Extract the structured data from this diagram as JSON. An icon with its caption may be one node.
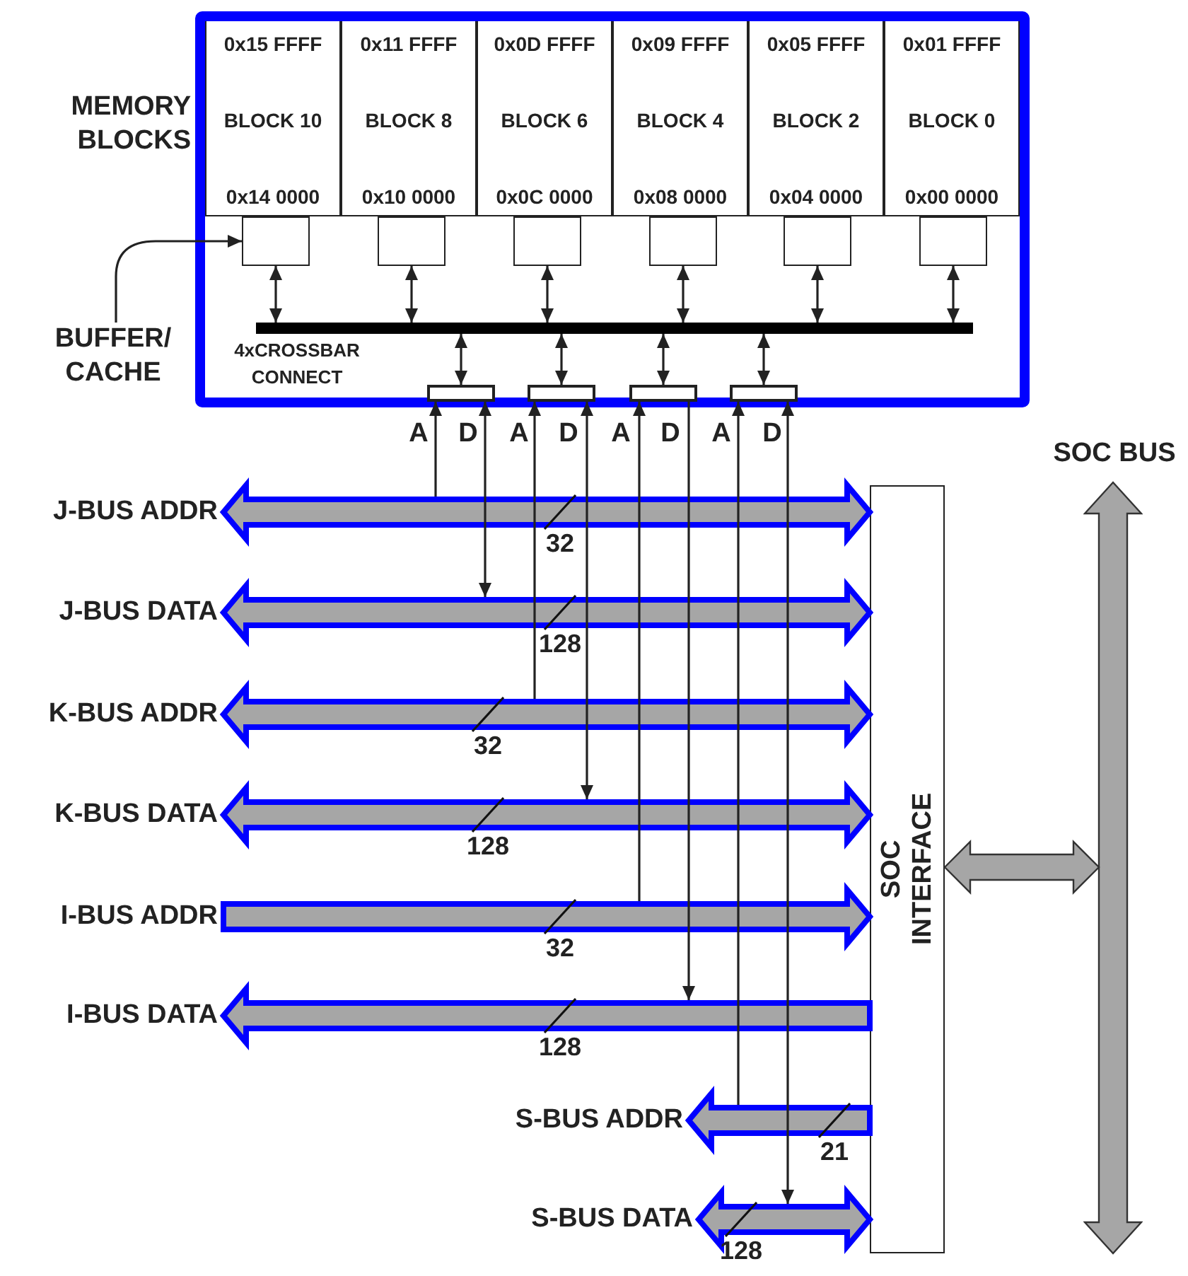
{
  "diagram": {
    "nodes": [
      {
        "text": [],
        "shape": "box"
      },
      {
        "text": [
          "0x15 FFFF",
          "BLOCK 10",
          "0x14 0000"
        ],
        "in": 0
      },
      {
        "text": [
          "0x11 FFFF",
          "BLOCK 8",
          "0x10 0000"
        ],
        "in": 0
      },
      {
        "text": [
          "0x0D FFFF",
          "BLOCK 6",
          "0x0C 0000"
        ],
        "in": 0
      },
      {
        "text": [
          "0x09 FFFF",
          "BLOCK 4",
          "0x08 0000"
        ],
        "in": 0
      },
      {
        "text": [
          "0x05 FFFF",
          "BLOCK 2",
          "0x04 0000"
        ],
        "in": 0
      },
      {
        "text": [
          "0x01 FFFF",
          "BLOCK 0",
          "0x00 0000"
        ],
        "in": 0
      },
      {
        "text": [],
        "shape": "box",
        "in": 0
      },
      {
        "text": [],
        "shape": "box",
        "in": 0
      },
      {
        "text": [],
        "shape": "box",
        "in": 0
      },
      {
        "text": [],
        "shape": "box",
        "in": 0
      },
      {
        "text": [],
        "shape": "box",
        "in": 0
      },
      {
        "text": [],
        "shape": "box",
        "in": 0
      },
      {
        "text": [],
        "shape": "bar",
        "in": 0,
        "beside": [
          "4xCROSSBAR CONNECT"
        ]
      },
      {
        "text": [],
        "shape": "box",
        "in": 0
      },
      {
        "text": [],
        "shape": "box",
        "in": 0
      },
      {
        "text": [],
        "shape": "box",
        "in": 0
      },
      {
        "text": [],
        "shape": "box",
        "in": 0
      },
      {
        "text": [
          "BUFFER/ CACHE"
        ]
      },
      {
        "text": [
          "J-BUS ADDR"
        ]
      },
      {
        "text": [
          "J-BUS DATA"
        ]
      },
      {
        "text": [
          "K-BUS ADDR"
        ]
      },
      {
        "text": [
          "K-BUS DATA"
        ]
      },
      {
        "text": [
          "I-BUS ADDR"
        ]
      },
      {
        "text": [
          "I-BUS DATA"
        ]
      },
      {
        "text": [
          "S-BUS ADDR"
        ]
      },
      {
        "text": [
          "S-BUS DATA"
        ]
      },
      {
        "text": [
          "SOC INTERFACE"
        ]
      },
      {
        "text": [
          "SOC BUS"
        ]
      }
    ],
    "edges": [
      {
        "from": 18,
        "to": 7,
        "arrow": "to"
      },
      {
        "from": 7,
        "to": 13,
        "arrow": "both"
      },
      {
        "from": 8,
        "to": 13,
        "arrow": "both"
      },
      {
        "from": 9,
        "to": 13,
        "arrow": "both"
      },
      {
        "from": 10,
        "to": 13,
        "arrow": "both"
      },
      {
        "from": 11,
        "to": 13,
        "arrow": "both"
      },
      {
        "from": 12,
        "to": 13,
        "arrow": "both"
      },
      {
        "from": 13,
        "to": 14,
        "arrow": "both"
      },
      {
        "from": 13,
        "to": 15,
        "arrow": "both"
      },
      {
        "from": 13,
        "to": 16,
        "arrow": "both"
      },
      {
        "from": 13,
        "to": 17,
        "arrow": "both"
      },
      {
        "from": null,
        "to": 14,
        "arrow": "to"
      },
      {
        "from": 14,
        "to": null,
        "arrow": "both"
      },
      {
        "from": null,
        "to": 15,
        "arrow": "to"
      },
      {
        "from": 15,
        "to": null,
        "arrow": "both"
      },
      {
        "from": null,
        "to": 16,
        "arrow": "to"
      },
      {
        "from": 16,
        "to": null,
        "arrow": "to"
      },
      {
        "from": null,
        "to": 17,
        "arrow": "to"
      },
      {
        "from": 17,
        "to": null,
        "arrow": "both"
      },
      {
        "from": 19,
        "to": 27,
        "arrow": "both",
        "label": "32",
        "style": "thick",
        "color": "#0000ff"
      },
      {
        "from": 20,
        "to": 27,
        "arrow": "both",
        "label": "128",
        "style": "thick",
        "color": "#0000ff"
      },
      {
        "from": 21,
        "to": 27,
        "arrow": "both",
        "label": "32",
        "style": "thick",
        "color": "#0000ff"
      },
      {
        "from": 22,
        "to": 27,
        "arrow": "both",
        "label": "128",
        "style": "thick",
        "color": "#0000ff"
      },
      {
        "from": 23,
        "to": 27,
        "arrow": "to",
        "label": "32",
        "style": "thick",
        "color": "#0000ff"
      },
      {
        "from": 27,
        "to": 24,
        "arrow": "to",
        "label": "128",
        "style": "thick",
        "color": "#0000ff"
      },
      {
        "from": 27,
        "to": 25,
        "arrow": "to",
        "label": "21",
        "style": "thick",
        "color": "#0000ff"
      },
      {
        "from": 26,
        "to": 27,
        "arrow": "both",
        "label": "128",
        "style": "thick",
        "color": "#0000ff"
      },
      {
        "from": 27,
        "to": 28,
        "arrow": "both",
        "style": "thick"
      }
    ],
    "labels": [
      "MEMORY BLOCKS",
      "A",
      "D",
      "A",
      "D",
      "A",
      "D",
      "A",
      "D"
    ]
  }
}
